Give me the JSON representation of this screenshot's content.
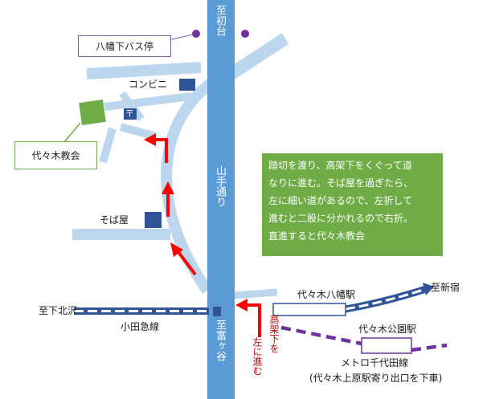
{
  "colors": {
    "road": "#bcd6ee",
    "main_road": "#5b9bd5",
    "rail": "#2f5597",
    "metro": "#7030a0",
    "arrow": "#ff0000",
    "note_bg": "#6fac46",
    "landmark": "#2f5597",
    "church": "#6fac46"
  },
  "labels": {
    "to_hatsudai": "至初台",
    "to_tomigaya": "至富ヶ谷",
    "yamate_dori": "山手通り",
    "bus_stop": "八幡下バス停",
    "convenience_store": "コンビニ",
    "post_office_mark": "〒",
    "church": "代々木教会",
    "soba_shop": "そば屋",
    "yoyogi_hachiman_station": "代々木八幡駅",
    "to_shinjuku": "至新宿",
    "to_shimokitazawa": "至下北沢",
    "odakyu_line": "小田急線",
    "yoyogi_koen_station": "代々木公園駅",
    "metro_chiyoda_line": "メトロ千代田線",
    "exit_note": "(代々木上原駅寄り出口を下車)",
    "under_viaduct": "高架下を",
    "turn_left": "左に進む"
  },
  "note": {
    "lines": [
      "踏切を渡り、高架下をくぐって道",
      "なりに進む。そば屋を過ぎたら、",
      "左に細い道があるので、左折して",
      "進むと二股に分かれるので右折。",
      "直進すると代々木教会"
    ]
  },
  "icons": [
    "bus-stop-marker",
    "convenience-store-marker",
    "post-office-icon",
    "soba-shop-marker",
    "church-marker",
    "route-arrow"
  ]
}
